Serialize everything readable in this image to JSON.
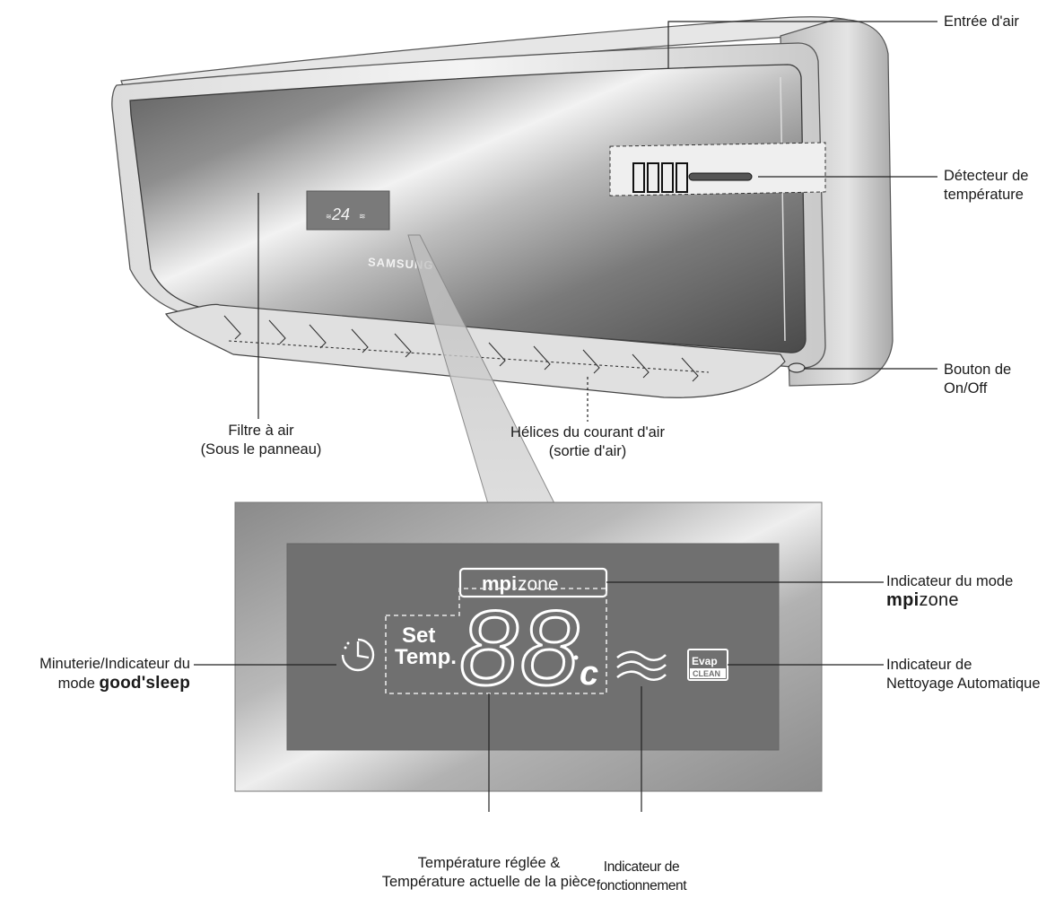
{
  "labels": {
    "air_inlet": "Entrée d'air",
    "temp_sensor_line1": "Détecteur de",
    "temp_sensor_line2": "température",
    "on_off_line1": "Bouton de",
    "on_off_line2": "On/Off",
    "air_filter_line1": "Filtre à air",
    "air_filter_line2": "(Sous le panneau)",
    "air_blades_line1": "Hélices du courant d'air",
    "air_blades_line2": "(sortie d'air)",
    "mpi_indicator_line1": "Indicateur du mode",
    "timer_line1": "Minuterie/Indicateur du",
    "timer_line2_prefix": "mode",
    "auto_clean_line1": "Indicateur de",
    "auto_clean_line2": "Nettoyage Automatique",
    "set_temp_line1": "Température réglée &",
    "set_temp_line2": "Température actuelle de la pièce",
    "operation_line1": "Indicateur de",
    "operation_line2": "fonctionnement"
  },
  "brand": {
    "samsung": "SAMSUNG",
    "mpi_bold": "mpi",
    "mpi_thin": "zone",
    "good_sleep": "good'sleep"
  },
  "display": {
    "set_label_line1": "Set",
    "set_label_line2": "Temp.",
    "digits": "88",
    "unit": "c",
    "mini_reading": "24",
    "evap_top": "Evap",
    "evap_bottom": "CLEAN"
  }
}
